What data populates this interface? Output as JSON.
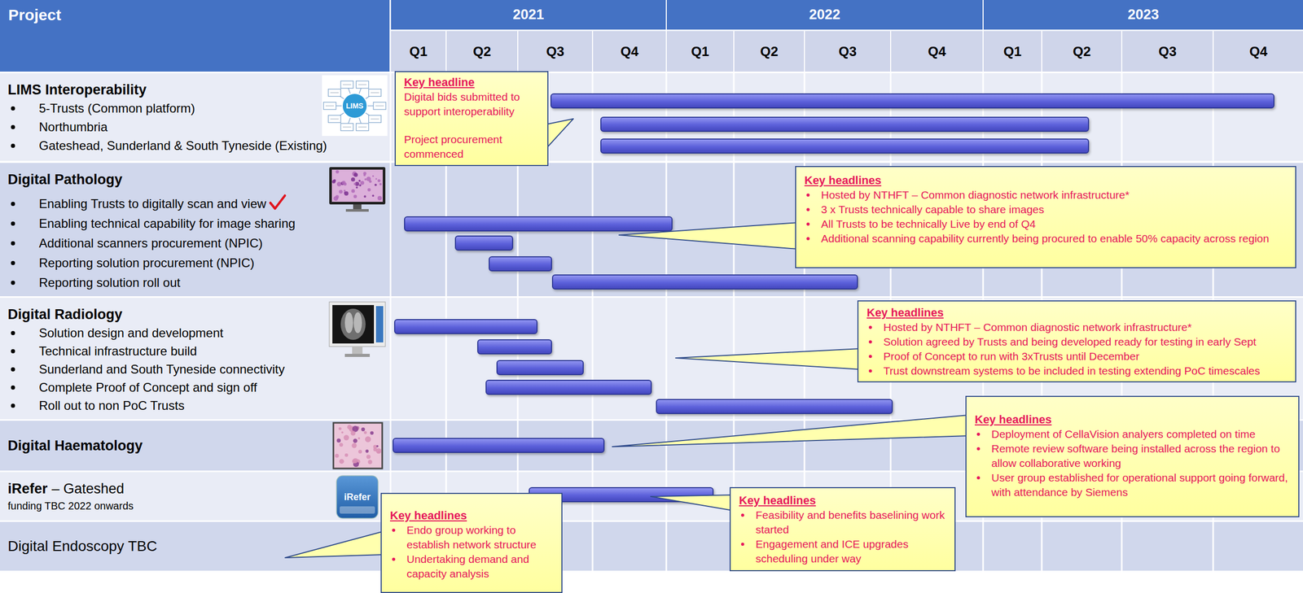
{
  "diagram": {
    "nodes": [
      {
        "text": [
          "Project"
        ]
      },
      {
        "text": [
          "2021"
        ]
      },
      {
        "text": [
          "2022"
        ]
      },
      {
        "text": [
          "2023"
        ]
      },
      {
        "text": [
          "Q1"
        ]
      },
      {
        "text": [
          "Q2"
        ]
      },
      {
        "text": [
          "Q3"
        ]
      },
      {
        "text": [
          "Q4"
        ]
      },
      {
        "text": [
          "Q1"
        ]
      },
      {
        "text": [
          "Q2"
        ]
      },
      {
        "text": [
          "Q3"
        ]
      },
      {
        "text": [
          "Q4"
        ]
      },
      {
        "text": [
          "Q1"
        ]
      },
      {
        "text": [
          "Q2"
        ]
      },
      {
        "text": [
          "Q3"
        ]
      },
      {
        "text": [
          "Q4"
        ]
      },
      {
        "text": [
          "LIMS Interoperability",
          "5-Trusts (Common platform)",
          "Northumbria",
          "Gateshead, Sunderland & South Tyneside (Existing)"
        ]
      },
      {
        "text": [
          "Key headline",
          "Digital bids submitted to support interoperability",
          "Project procurement commenced"
        ]
      },
      {
        "text": [
          "Digital Pathology",
          "Enabling Trusts to digitally scan and view",
          "Enabling technical capability for image sharing",
          "Additional scanners procurement (NPIC)",
          "Reporting solution procurement (NPIC)",
          "Reporting solution roll out"
        ]
      },
      {
        "text": [
          "Key headlines",
          "Hosted by NTHFT – Common diagnostic network infrastructure*",
          "3 x Trusts technically capable to share images",
          "All Trusts to be technically Live by end of Q4",
          "Additional scanning capability currently being procured to enable 50% capacity across region"
        ]
      },
      {
        "text": [
          "Digital Radiology",
          "Solution design and development",
          "Technical infrastructure build",
          "Sunderland and South Tyneside connectivity",
          "Complete Proof of Concept and sign off",
          "Roll out to non PoC Trusts"
        ]
      },
      {
        "text": [
          "Key headlines",
          "Hosted by NTHFT – Common diagnostic network infrastructure*",
          "Solution agreed by Trusts and being developed ready for testing in early Sept",
          "Proof of Concept to run with 3xTrusts until December",
          "Trust downstream systems to be included in testing extending PoC timescales"
        ]
      },
      {
        "text": [
          "Digital Haematology"
        ]
      },
      {
        "text": [
          "Key headlines",
          "Deployment of CellaVision analyers completed on time",
          "Remote review software being installed across the region to allow collaborative working",
          "User group established for operational support going forward, with attendance by Siemens"
        ]
      },
      {
        "text": [
          "iRefer",
          "– Gateshed",
          "funding TBC 2022 onwards"
        ]
      },
      {
        "text": [
          "Key headlines",
          "Feasibility and benefits baselining work started",
          "Engagement and ICE upgrades scheduling under way"
        ]
      },
      {
        "text": [
          "Digital Endoscopy TBC"
        ]
      },
      {
        "text": [
          "Key headlines",
          "Endo group working to establish network structure",
          "Undertaking demand and capacity analysis"
        ]
      }
    ],
    "labels": [
      "LIMS",
      "iRefer"
    ]
  }
}
